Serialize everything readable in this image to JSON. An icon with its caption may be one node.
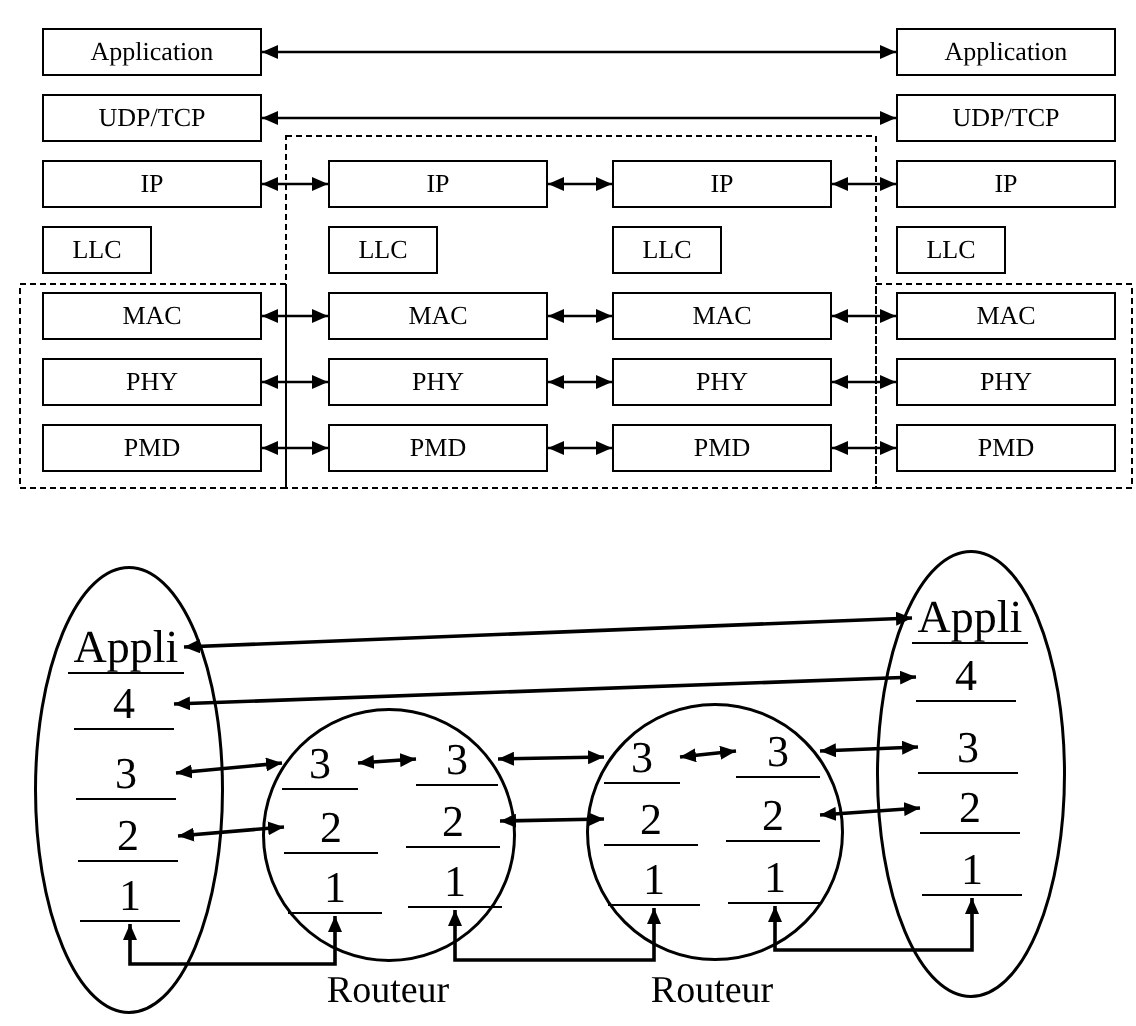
{
  "diagram": {
    "nodes": [
      {
        "text": [
          "Application"
        ]
      },
      {
        "text": [
          "Application"
        ]
      },
      {
        "text": [
          "UDP/TCP"
        ]
      },
      {
        "text": [
          "UDP/TCP"
        ]
      },
      {
        "text": [
          "IP"
        ]
      },
      {
        "text": [
          "IP"
        ]
      },
      {
        "text": [
          "IP"
        ]
      },
      {
        "text": [
          "IP"
        ]
      },
      {
        "text": [
          "LLC"
        ]
      },
      {
        "text": [
          "LLC"
        ]
      },
      {
        "text": [
          "LLC"
        ]
      },
      {
        "text": [
          "LLC"
        ]
      },
      {
        "text": [
          "MAC"
        ]
      },
      {
        "text": [
          "MAC"
        ]
      },
      {
        "text": [
          "MAC"
        ]
      },
      {
        "text": [
          "MAC"
        ]
      },
      {
        "text": [
          "PHY"
        ]
      },
      {
        "text": [
          "PHY"
        ]
      },
      {
        "text": [
          "PHY"
        ]
      },
      {
        "text": [
          "PHY"
        ]
      },
      {
        "text": [
          "PMD"
        ]
      },
      {
        "text": [
          "PMD"
        ]
      },
      {
        "text": [
          "PMD"
        ]
      },
      {
        "text": [
          "PMD"
        ]
      },
      {
        "text": [],
        "shape": "ellipse"
      },
      {
        "text": [
          "Appli"
        ],
        "in": 24
      },
      {
        "text": [
          "4"
        ],
        "in": 24
      },
      {
        "text": [
          "3"
        ],
        "in": 24
      },
      {
        "text": [
          "2"
        ],
        "in": 24
      },
      {
        "text": [
          "1"
        ],
        "in": 24
      },
      {
        "text": [],
        "shape": "circle",
        "beside": [
          "Routeur"
        ]
      },
      {
        "text": [
          "3"
        ],
        "in": 30
      },
      {
        "text": [
          "2"
        ],
        "in": 30
      },
      {
        "text": [
          "1"
        ],
        "in": 30
      },
      {
        "text": [
          "3"
        ],
        "in": 30
      },
      {
        "text": [
          "2"
        ],
        "in": 30
      },
      {
        "text": [
          "1"
        ],
        "in": 30
      },
      {
        "text": [],
        "shape": "circle",
        "beside": [
          "Routeur"
        ]
      },
      {
        "text": [
          "3"
        ],
        "in": 37
      },
      {
        "text": [
          "2"
        ],
        "in": 37
      },
      {
        "text": [
          "1"
        ],
        "in": 37
      },
      {
        "text": [
          "3"
        ],
        "in": 37
      },
      {
        "text": [
          "2"
        ],
        "in": 37
      },
      {
        "text": [
          "1"
        ],
        "in": 37
      },
      {
        "text": [],
        "shape": "ellipse"
      },
      {
        "text": [
          "Appli"
        ],
        "in": 44
      },
      {
        "text": [
          "4"
        ],
        "in": 44
      },
      {
        "text": [
          "3"
        ],
        "in": 44
      },
      {
        "text": [
          "2"
        ],
        "in": 44
      },
      {
        "text": [
          "1"
        ],
        "in": 44
      }
    ],
    "edges": [
      {
        "from": 0,
        "to": 1,
        "arrow": "both"
      },
      {
        "from": 2,
        "to": 3,
        "arrow": "both"
      },
      {
        "from": 4,
        "to": 5,
        "arrow": "both"
      },
      {
        "from": 5,
        "to": 6,
        "arrow": "both"
      },
      {
        "from": 6,
        "to": 7,
        "arrow": "both"
      },
      {
        "from": 12,
        "to": 13,
        "arrow": "both"
      },
      {
        "from": 13,
        "to": 14,
        "arrow": "both"
      },
      {
        "from": 14,
        "to": 15,
        "arrow": "both"
      },
      {
        "from": 16,
        "to": 17,
        "arrow": "both"
      },
      {
        "from": 17,
        "to": 18,
        "arrow": "both"
      },
      {
        "from": 18,
        "to": 19,
        "arrow": "both"
      },
      {
        "from": 20,
        "to": 21,
        "arrow": "both"
      },
      {
        "from": 21,
        "to": 22,
        "arrow": "both"
      },
      {
        "from": 22,
        "to": 23,
        "arrow": "both"
      },
      {
        "from": 25,
        "to": 45,
        "arrow": "both"
      },
      {
        "from": 26,
        "to": 46,
        "arrow": "both"
      },
      {
        "from": 27,
        "to": 31,
        "arrow": "both"
      },
      {
        "from": 28,
        "to": 32,
        "arrow": "both"
      },
      {
        "from": 29,
        "to": 33,
        "arrow": "both"
      },
      {
        "from": 31,
        "to": 34,
        "arrow": "both"
      },
      {
        "from": 34,
        "to": 38,
        "arrow": "both"
      },
      {
        "from": 35,
        "to": 39,
        "arrow": "both"
      },
      {
        "from": 36,
        "to": 40,
        "arrow": "both"
      },
      {
        "from": 38,
        "to": 41,
        "arrow": "both"
      },
      {
        "from": 41,
        "to": 47,
        "arrow": "both"
      },
      {
        "from": 42,
        "to": 48,
        "arrow": "both"
      },
      {
        "from": 43,
        "to": 49,
        "arrow": "both"
      }
    ]
  }
}
